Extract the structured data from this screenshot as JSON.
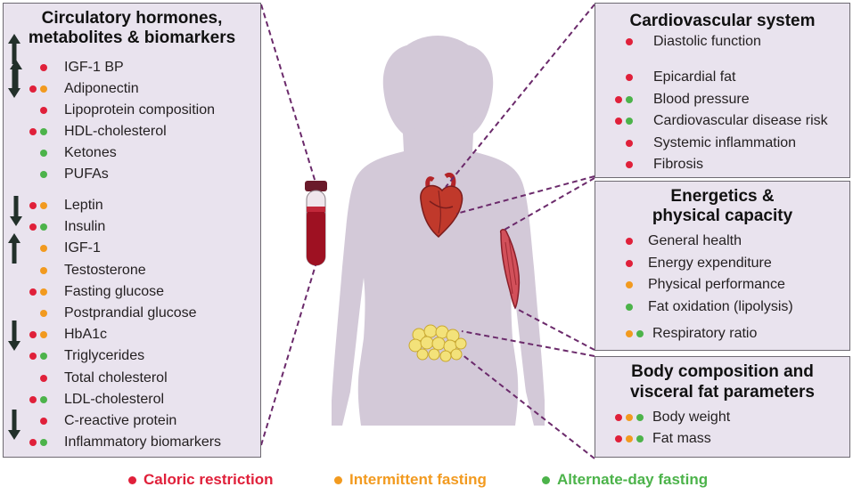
{
  "colors": {
    "caloric_restriction": "#e0203a",
    "intermittent_fasting": "#f29a1f",
    "alternate_day_fasting": "#4cb34a",
    "panel_bg": "#e9e3ee",
    "silhouette": "#d3c9d8",
    "connector": "#6b2a6b"
  },
  "icons": [
    "arrow-up-icon",
    "arrow-down-icon",
    "blood-tube-icon",
    "heart-icon",
    "muscle-icon",
    "adipose-tissue-icon",
    "body-silhouette-icon"
  ],
  "left_panel": {
    "title": "Circulatory hormones, metabolites & biomarkers",
    "increased": [
      {
        "label": "IGF-1 BP",
        "dots": [
          "cr"
        ]
      },
      {
        "label": "Adiponectin",
        "dots": [
          "cr",
          "if"
        ]
      },
      {
        "label": "Lipoprotein composition",
        "dots": [
          "cr"
        ]
      },
      {
        "label": "HDL-cholesterol",
        "dots": [
          "cr",
          "adf"
        ]
      },
      {
        "label": "Ketones",
        "dots": [
          "adf"
        ]
      },
      {
        "label": "PUFAs",
        "dots": [
          "adf"
        ]
      }
    ],
    "decreased": [
      {
        "label": "Leptin",
        "dots": [
          "cr",
          "if"
        ]
      },
      {
        "label": "Insulin",
        "dots": [
          "cr",
          "adf"
        ]
      },
      {
        "label": "IGF-1",
        "dots": [
          "if"
        ]
      },
      {
        "label": "Testosterone",
        "dots": [
          "if"
        ]
      },
      {
        "label": "Fasting glucose",
        "dots": [
          "cr",
          "if"
        ]
      },
      {
        "label": "Postprandial glucose",
        "dots": [
          "if"
        ]
      },
      {
        "label": "HbA1c",
        "dots": [
          "cr",
          "if"
        ]
      },
      {
        "label": "Triglycerides",
        "dots": [
          "cr",
          "adf"
        ]
      },
      {
        "label": "Total cholesterol",
        "dots": [
          "cr"
        ]
      },
      {
        "label": "LDL-cholesterol",
        "dots": [
          "cr",
          "adf"
        ]
      },
      {
        "label": "C-reactive protein",
        "dots": [
          "cr"
        ]
      },
      {
        "label": "Inflammatory biomarkers",
        "dots": [
          "cr",
          "adf"
        ]
      }
    ]
  },
  "cardio_panel": {
    "title": "Cardiovascular system",
    "increased": [
      {
        "label": "Diastolic function",
        "dots": [
          "cr"
        ]
      }
    ],
    "decreased": [
      {
        "label": "Epicardial fat",
        "dots": [
          "cr"
        ]
      },
      {
        "label": "Blood pressure",
        "dots": [
          "cr",
          "adf"
        ]
      },
      {
        "label": "Cardiovascular disease risk",
        "dots": [
          "cr",
          "adf"
        ]
      },
      {
        "label": "Systemic inflammation",
        "dots": [
          "cr"
        ]
      },
      {
        "label": "Fibrosis",
        "dots": [
          "cr"
        ]
      }
    ]
  },
  "energy_panel": {
    "title_line1": "Energetics &",
    "title_line2": "physical capacity",
    "increased": [
      {
        "label": "General health",
        "dots": [
          "cr"
        ]
      },
      {
        "label": "Energy expenditure",
        "dots": [
          "cr"
        ]
      },
      {
        "label": "Physical performance",
        "dots": [
          "if"
        ]
      },
      {
        "label": "Fat oxidation (lipolysis)",
        "dots": [
          "adf"
        ]
      }
    ],
    "decreased": [
      {
        "label": "Respiratory ratio",
        "dots": [
          "if",
          "adf"
        ]
      }
    ]
  },
  "body_panel": {
    "title_line1": "Body composition  and",
    "title_line2": "visceral fat parameters",
    "decreased": [
      {
        "label": "Body weight",
        "dots": [
          "cr",
          "if",
          "adf"
        ]
      },
      {
        "label": "Fat mass",
        "dots": [
          "cr",
          "if",
          "adf"
        ]
      }
    ]
  },
  "legend": {
    "caloric_restriction": "Caloric restriction",
    "intermittent_fasting": "Intermittent fasting",
    "alternate_day_fasting": "Alternate-day fasting"
  }
}
